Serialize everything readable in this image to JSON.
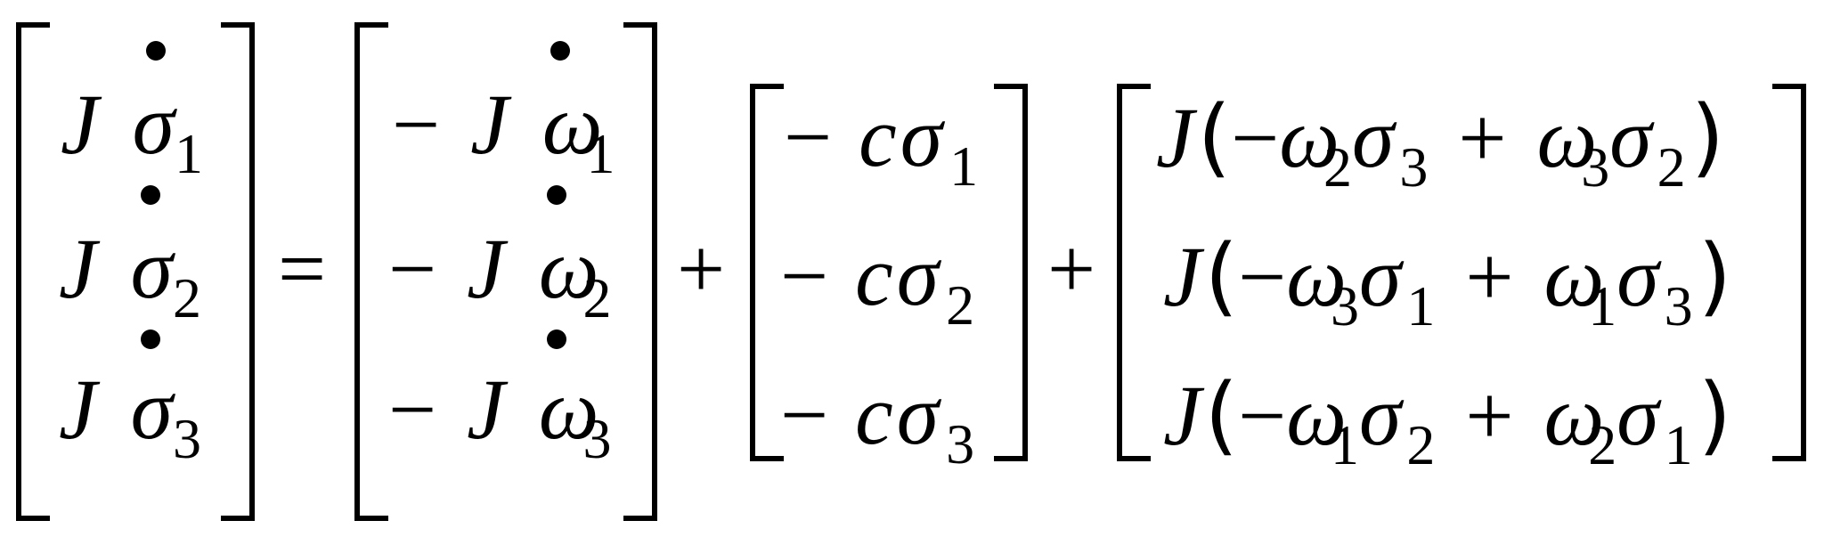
{
  "equation": {
    "lhs": {
      "rows": [
        {
          "coef": "J",
          "var": "σ",
          "index": "1"
        },
        {
          "coef": "J",
          "var": "σ",
          "index": "2"
        },
        {
          "coef": "J",
          "var": "σ",
          "index": "3"
        }
      ]
    },
    "equals": "=",
    "term1": {
      "rows": [
        {
          "sign": "−",
          "coef": "J",
          "var": "ω",
          "index": "1"
        },
        {
          "sign": "−",
          "coef": "J",
          "var": "ω",
          "index": "2"
        },
        {
          "sign": "−",
          "coef": "J",
          "var": "ω",
          "index": "3"
        }
      ]
    },
    "plus1": "+",
    "term2": {
      "rows": [
        {
          "sign": "−",
          "coef": "c",
          "var": "σ",
          "index": "1"
        },
        {
          "sign": "−",
          "coef": "c",
          "var": "σ",
          "index": "2"
        },
        {
          "sign": "−",
          "coef": "c",
          "var": "σ",
          "index": "3"
        }
      ]
    },
    "plus2": "+",
    "term3": {
      "rows": [
        {
          "coef": "J",
          "open": "(",
          "neg": "−",
          "w_a": "ω",
          "w_a_idx": "2",
          "s_a": "σ",
          "s_a_idx": "3",
          "plus": "+",
          "w_b": "ω",
          "w_b_idx": "3",
          "s_b": "σ",
          "s_b_idx": "2",
          "close": ")"
        },
        {
          "coef": "J",
          "open": "(",
          "neg": "−",
          "w_a": "ω",
          "w_a_idx": "3",
          "s_a": "σ",
          "s_a_idx": "1",
          "plus": "+",
          "w_b": "ω",
          "w_b_idx": "1",
          "s_b": "σ",
          "s_b_idx": "3",
          "close": ")"
        },
        {
          "coef": "J",
          "open": "(",
          "neg": "−",
          "w_a": "ω",
          "w_a_idx": "1",
          "s_a": "σ",
          "s_a_idx": "2",
          "plus": "+",
          "w_b": "ω",
          "w_b_idx": "2",
          "s_b": "σ",
          "s_b_idx": "1",
          "close": ")"
        }
      ]
    }
  }
}
